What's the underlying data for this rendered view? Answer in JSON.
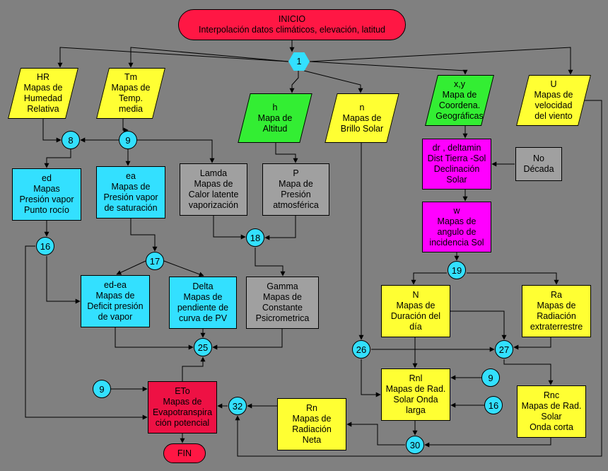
{
  "colors": {
    "background": "#808080",
    "terminal": "#ff1744",
    "yellow": "#ffff33",
    "green": "#33ee33",
    "cyan": "#33e0ff",
    "magenta": "#ff00ff",
    "gray": "#a0a0a0",
    "red": "#ee1144",
    "connector": "#33e0ff"
  },
  "nodes": {
    "inicio": "INICIO\nInterpolación datos climáticos, elevación, latitud",
    "hr": "HR\nMapas de\nHumedad\nRelativa",
    "tm": "Tm\nMapas de\nTemp.\nmedia",
    "h": "h\nMapa de\nAltitud",
    "n": "n\nMapas de\nBrillo Solar",
    "xy": "x,y\nMapa de\nCoordena.\nGeográficas",
    "u": "U\nMapas de\nvelocidad\ndel viento",
    "ed": "ed\nMapas\nPresión  vapor\nPunto rocío",
    "ea": "ea\nMapas de\nPresión vapor\nde saturación",
    "lamda": "Lamda\nMapas de\nCalor latente\nvaporización",
    "p": "P\nMapa de\nPresión\natmosférica",
    "dr": "dr , deltamin\nDist Tierra -Sol\nDeclinación\nSolar",
    "nodecada": "No\nDécada",
    "w": "w\nMapas de\nangulo de\nincidencia Sol",
    "edea": "ed-ea\nMapas de\nDeficit  presión\nde vapor",
    "delta": "Delta\nMapas de\npendiente de\ncurva de PV",
    "gamma": "Gamma\nMapas de\nConstante\nPsicrometrica",
    "N": "N\nMapas de\nDuración del\ndía",
    "ra": "Ra\nMapas de\nRadiación\nextraterrestre",
    "rnl": "Rnl\nMapas de Rad.\nSolar Onda\nlarga",
    "rnc": "Rnc\nMapas de Rad.\nSolar\nOnda corta",
    "rn": "Rn\nMapas de\nRadiación\nNeta",
    "eto": "ETo\nMapas de\nEvapotranspira\nción potencial",
    "fin": "FIN"
  },
  "connectors": {
    "c1": "1",
    "c8": "8",
    "c9": "9",
    "c16": "16",
    "c17": "17",
    "c18": "18",
    "c19": "19",
    "c25": "25",
    "c26": "26",
    "c27": "27",
    "c9b": "9",
    "c16b": "16",
    "c30": "30",
    "c32": "32",
    "c9c": "9"
  }
}
